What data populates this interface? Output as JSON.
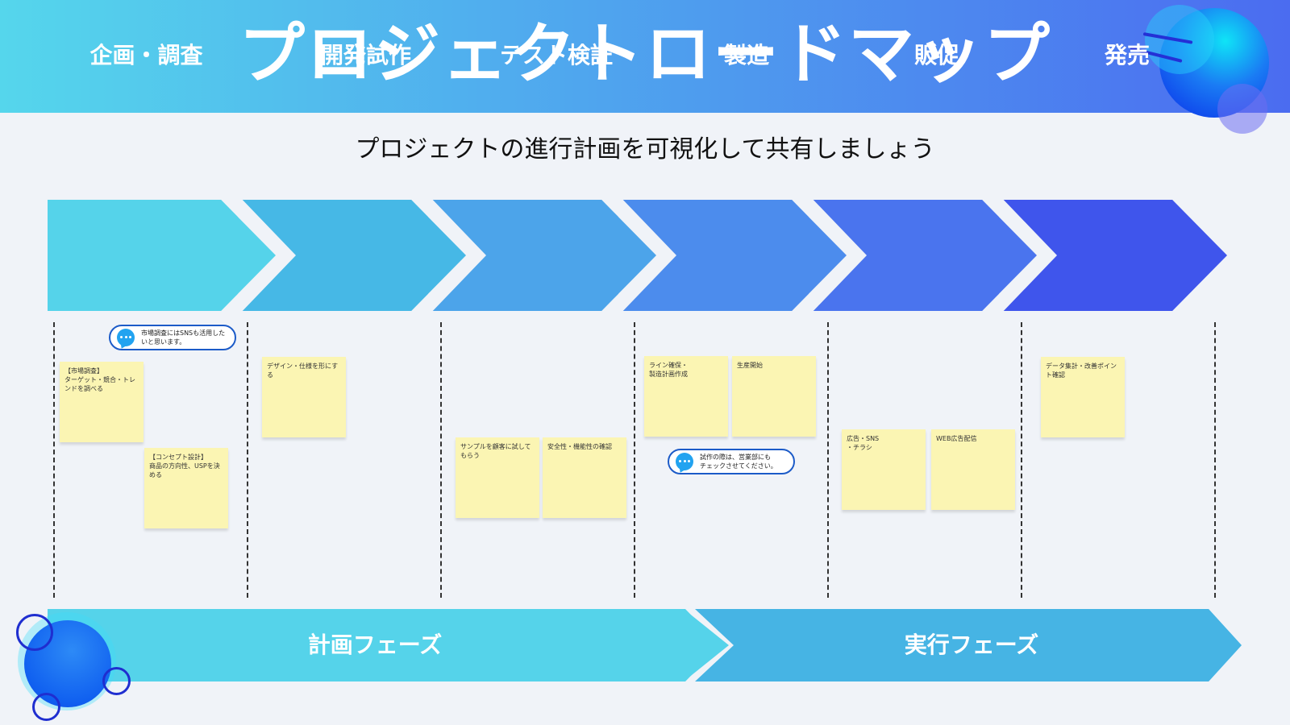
{
  "header": {
    "title": "プロジェクトロードマップ",
    "subtitle": "プロジェクトの進行計画を可視化して共有しましょう"
  },
  "phases": [
    {
      "label": "企画・調査",
      "color": "#55d3ea"
    },
    {
      "label": "開発試作",
      "color": "#46b8e6"
    },
    {
      "label": "テスト検証",
      "color": "#4ca4ea"
    },
    {
      "label": "製造",
      "color": "#4c8ced"
    },
    {
      "label": "販促",
      "color": "#4a74ee"
    },
    {
      "label": "発売",
      "color": "#3f55ec"
    }
  ],
  "notes": {
    "market_research": "【市場調査】\nターゲット・競合・トレンドを調べる",
    "concept_design": "【コンセプト設計】\n商品の方向性、USPを決める",
    "design_spec": "デザイン・仕様を形にする",
    "customer_trial": "サンプルを顧客に試してもらう",
    "safety_check": "安全性・機能性の確認",
    "line_setup": "ライン確保・\n製造計画作成",
    "production_start": "生産開始",
    "ads_sns": "広告・SNS\n・チラシ",
    "web_ads": "WEB広告配信",
    "data_review": "データ集計・改善ポイント確認"
  },
  "comments": {
    "sns_comment": "市場調査にはSNSも活用したいと思います。",
    "sales_comment": "試作の際は、営業部にも\nチェックさせてください。"
  },
  "big_phases": [
    {
      "label": "計画フェーズ",
      "color": "#55d3ea"
    },
    {
      "label": "実行フェーズ",
      "color": "#46b4e4"
    }
  ],
  "colors": {
    "background": "#f0f3f8",
    "sticky": "#fbf5b3",
    "comment_border": "#1c5bc8",
    "comment_icon": "#22a3f0"
  }
}
